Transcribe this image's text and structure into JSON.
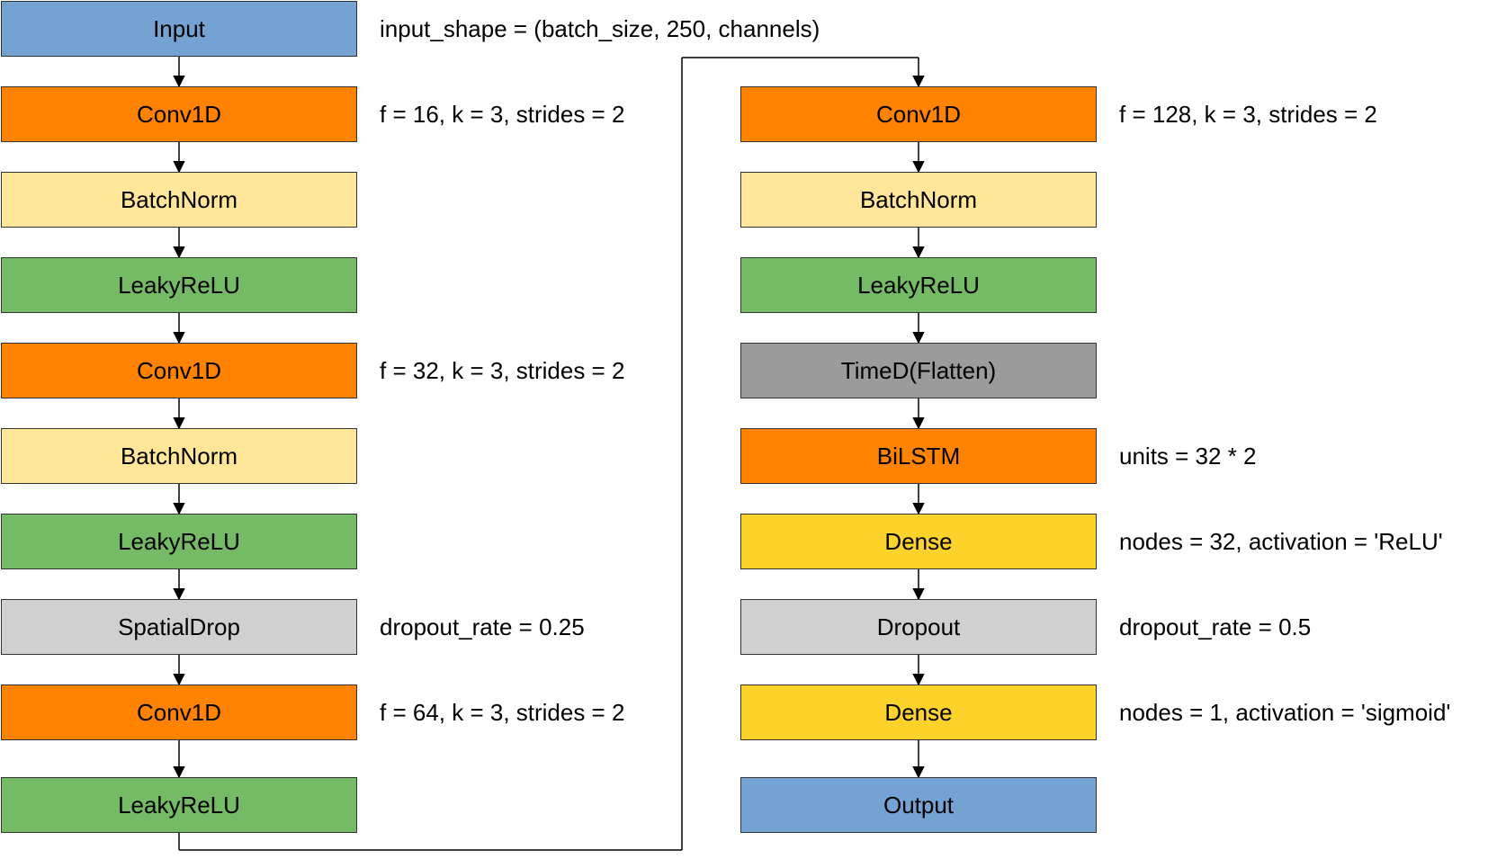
{
  "colors": {
    "input_output": "#73a2d3",
    "conv": "#ff8200",
    "batchnorm": "#ffe699",
    "activation": "#75bb65",
    "spatial_drop": "#d0d0d0",
    "dropout": "#d0d0d0",
    "flatten": "#9b9b9b",
    "bilstm": "#ff8200",
    "dense": "#fdd22b"
  },
  "left_column": {
    "blocks": [
      {
        "label": "Input",
        "color_key": "input_output",
        "note": "input_shape = (batch_size, 250, channels)"
      },
      {
        "label": "Conv1D",
        "color_key": "conv",
        "note": "f = 16, k = 3, strides = 2"
      },
      {
        "label": "BatchNorm",
        "color_key": "batchnorm",
        "note": ""
      },
      {
        "label": "LeakyReLU",
        "color_key": "activation",
        "note": ""
      },
      {
        "label": "Conv1D",
        "color_key": "conv",
        "note": "f = 32, k = 3, strides = 2"
      },
      {
        "label": "BatchNorm",
        "color_key": "batchnorm",
        "note": ""
      },
      {
        "label": "LeakyReLU",
        "color_key": "activation",
        "note": ""
      },
      {
        "label": "SpatialDrop",
        "color_key": "spatial_drop",
        "note": "dropout_rate = 0.25"
      },
      {
        "label": "Conv1D",
        "color_key": "conv",
        "note": "f = 64, k = 3, strides = 2"
      },
      {
        "label": "LeakyReLU",
        "color_key": "activation",
        "note": ""
      }
    ]
  },
  "right_column": {
    "blocks": [
      {
        "label": "Conv1D",
        "color_key": "conv",
        "note": "f = 128, k = 3, strides = 2"
      },
      {
        "label": "BatchNorm",
        "color_key": "batchnorm",
        "note": ""
      },
      {
        "label": "LeakyReLU",
        "color_key": "activation",
        "note": ""
      },
      {
        "label": "TimeD(Flatten)",
        "color_key": "flatten",
        "note": ""
      },
      {
        "label": "BiLSTM",
        "color_key": "bilstm",
        "note": "units = 32 * 2"
      },
      {
        "label": "Dense",
        "color_key": "dense",
        "note": "nodes = 32, activation = 'ReLU'"
      },
      {
        "label": "Dropout",
        "color_key": "dropout",
        "note": "dropout_rate = 0.5"
      },
      {
        "label": "Dense",
        "color_key": "dense",
        "note": "nodes = 1, activation = 'sigmoid'"
      },
      {
        "label": "Output",
        "color_key": "input_output",
        "note": ""
      }
    ]
  }
}
